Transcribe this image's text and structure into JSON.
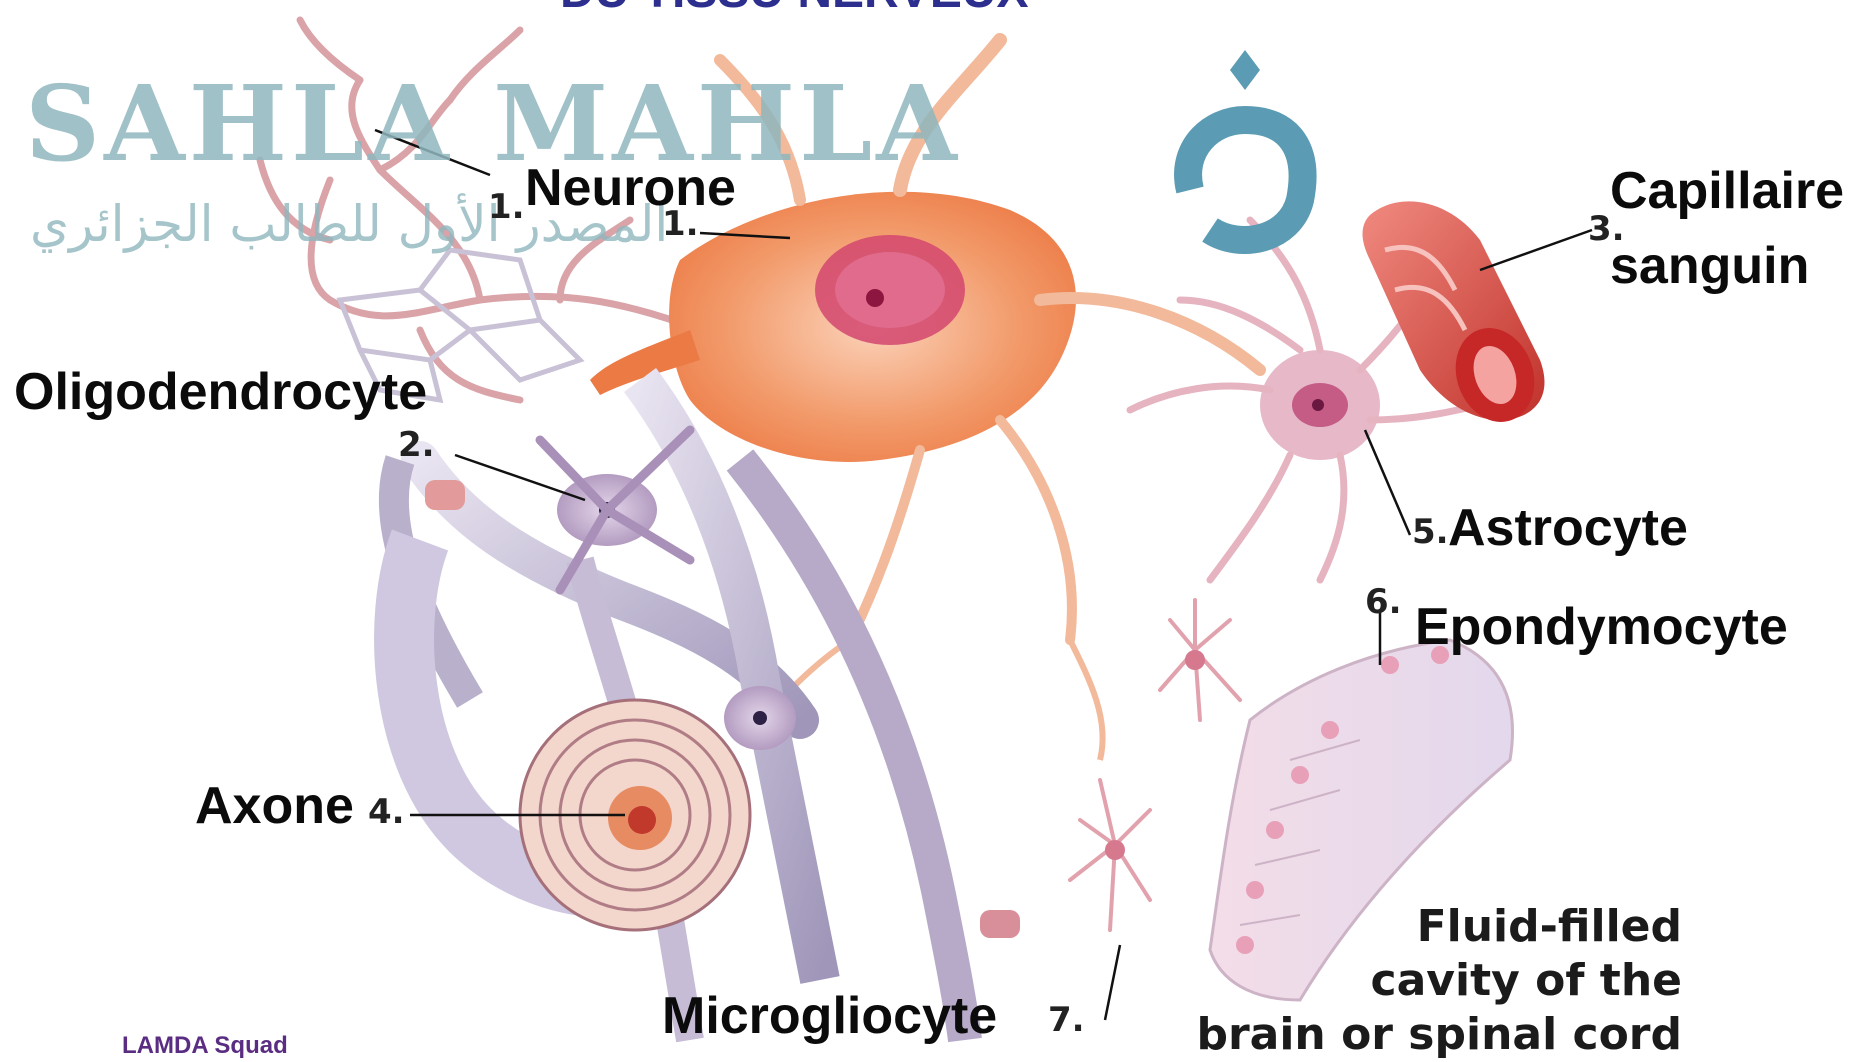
{
  "title_fragment": "DU TISSU NERVEUX",
  "watermark": {
    "brand": "SAHLA MAHLA",
    "tagline": "المصدر الأول للطالب الجزائري"
  },
  "labels": {
    "neurone": "Neurone",
    "oligodendrocyte": "Oligodendrocyte",
    "capillaire_line1": "Capillaire",
    "capillaire_line2": "sanguin",
    "astrocyte": "Astrocyte",
    "epondymocyte": "Epondymocyte",
    "axone": "Axone",
    "microgliocyte": "Microgliocyte"
  },
  "numbers": {
    "n1a": "1.",
    "n1b": "1.",
    "n2": "2.",
    "n3": "3.",
    "n4": "4.",
    "n5": "5.",
    "n6": "6.",
    "n7": "7."
  },
  "caption": {
    "line1": "Fluid-filled",
    "line2": "cavity of the",
    "line3": "brain or spinal cord"
  },
  "footer": "LAMDA Squad",
  "colors": {
    "neuron": "#f08a5d",
    "neuron_nucleus": "#c2185b",
    "glia": "#b9a6c9",
    "capillary": "#d9453b",
    "myelin": "#f2cfc4",
    "watermark": "#8fb7be"
  }
}
